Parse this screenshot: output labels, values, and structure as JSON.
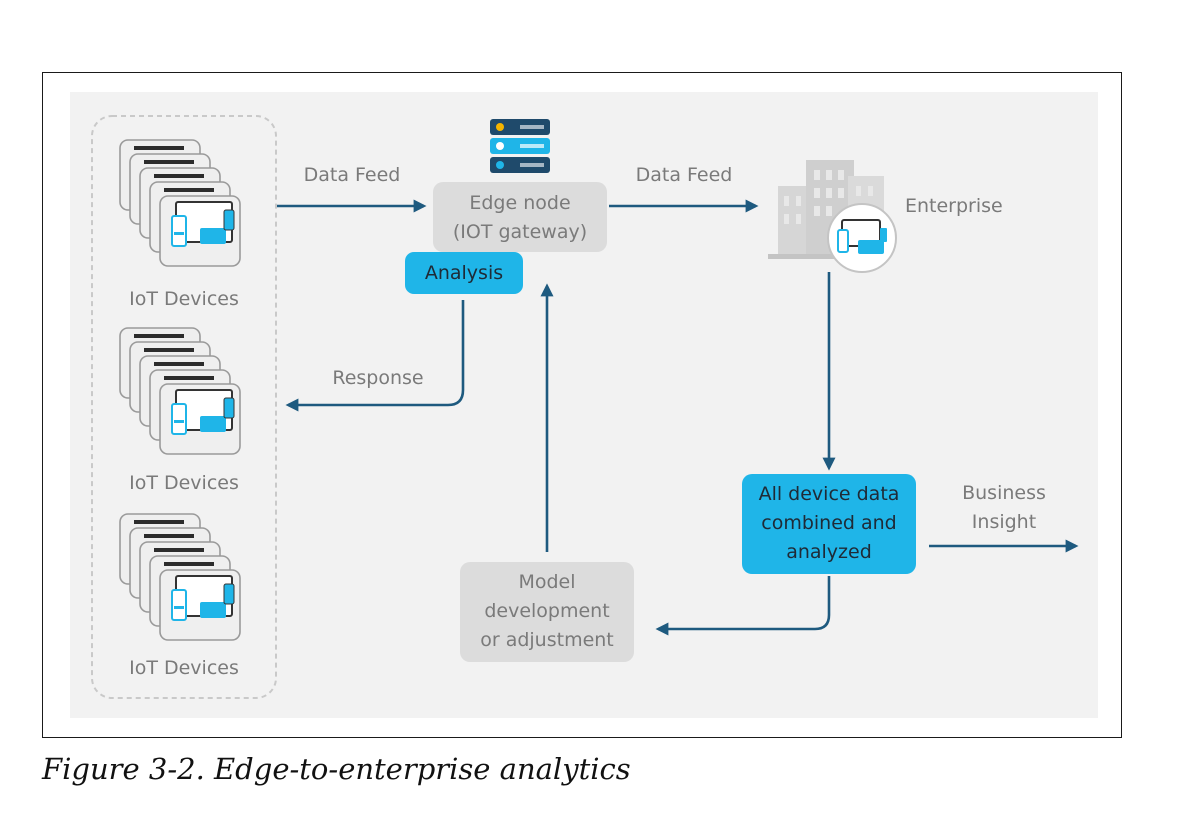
{
  "diagram": {
    "iot_devices_label": "IoT Devices",
    "edge_node": {
      "line1": "Edge node",
      "line2": "(IOT gateway)"
    },
    "analysis": "Analysis",
    "data_feed_left": "Data Feed",
    "data_feed_right": "Data Feed",
    "enterprise": "Enterprise",
    "response": "Response",
    "combined": {
      "line1": "All device data",
      "line2": "combined and",
      "line3": "analyzed"
    },
    "business_insight": {
      "line1": "Business",
      "line2": "Insight"
    },
    "model": {
      "line1": "Model",
      "line2": "development",
      "line3": "or adjustment"
    }
  },
  "caption": "Figure 3-2. Edge-to-enterprise analytics",
  "colors": {
    "accent_blue": "#1fb5e8",
    "connector": "#1e5a7f",
    "gray_box": "#dcdcdc",
    "panel": "#f2f2f2"
  }
}
